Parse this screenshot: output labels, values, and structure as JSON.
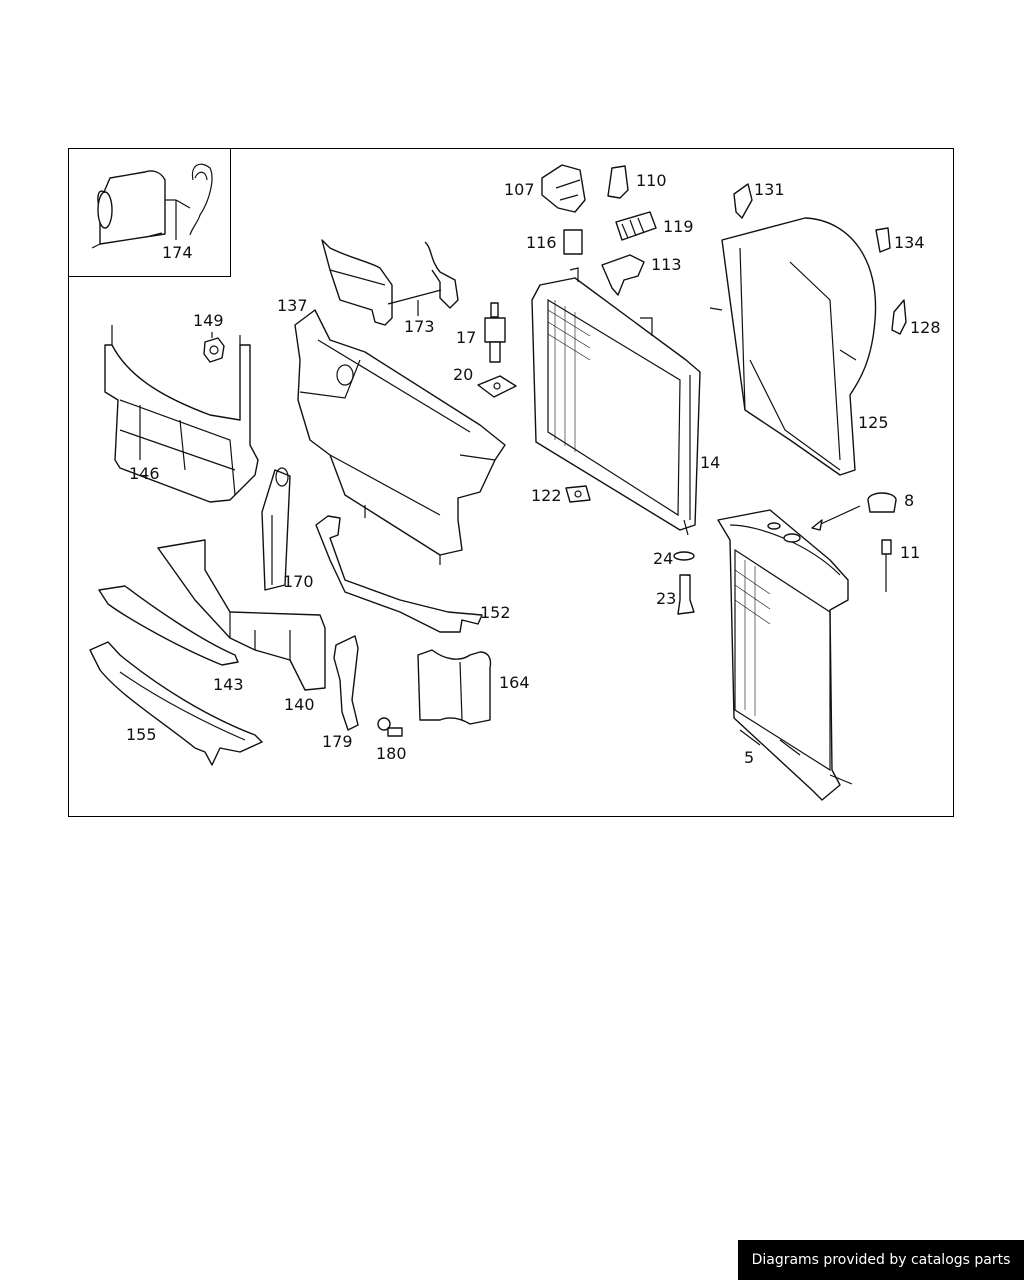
{
  "diagram": {
    "callouts": [
      {
        "id": "c174",
        "label": "174"
      },
      {
        "id": "c107",
        "label": "107"
      },
      {
        "id": "c110",
        "label": "110"
      },
      {
        "id": "c131",
        "label": "131"
      },
      {
        "id": "c116",
        "label": "116"
      },
      {
        "id": "c119",
        "label": "119"
      },
      {
        "id": "c134",
        "label": "134"
      },
      {
        "id": "c113",
        "label": "113"
      },
      {
        "id": "c137",
        "label": "137"
      },
      {
        "id": "c173",
        "label": "173"
      },
      {
        "id": "c149",
        "label": "149"
      },
      {
        "id": "c17",
        "label": "17"
      },
      {
        "id": "c128",
        "label": "128"
      },
      {
        "id": "c20",
        "label": "20"
      },
      {
        "id": "c125",
        "label": "125"
      },
      {
        "id": "c146",
        "label": "146"
      },
      {
        "id": "c14",
        "label": "14"
      },
      {
        "id": "c122",
        "label": "122"
      },
      {
        "id": "c8",
        "label": "8"
      },
      {
        "id": "c11",
        "label": "11"
      },
      {
        "id": "c24",
        "label": "24"
      },
      {
        "id": "c170",
        "label": "170"
      },
      {
        "id": "c23",
        "label": "23"
      },
      {
        "id": "c152",
        "label": "152"
      },
      {
        "id": "c164",
        "label": "164"
      },
      {
        "id": "c143",
        "label": "143"
      },
      {
        "id": "c140",
        "label": "140"
      },
      {
        "id": "c155",
        "label": "155"
      },
      {
        "id": "c179",
        "label": "179"
      },
      {
        "id": "c180",
        "label": "180"
      },
      {
        "id": "c5",
        "label": "5"
      }
    ]
  },
  "footer": {
    "text": "Diagrams provided by catalogs parts"
  }
}
